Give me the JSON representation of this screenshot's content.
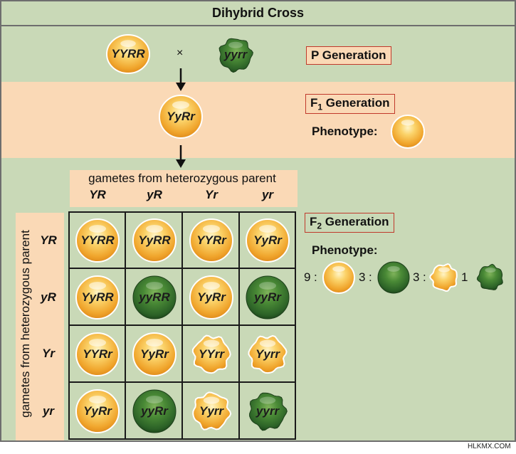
{
  "title": "Dihybrid Cross",
  "p_generation": {
    "label": "P Generation",
    "parent1": "YYRR",
    "parent2": "yyrr",
    "cross_symbol": "×"
  },
  "f1_generation": {
    "label_main": "F",
    "label_sub": "1",
    "label_rest": " Generation",
    "genotype": "YyRr",
    "phenotype_label": "Phenotype:"
  },
  "punnett": {
    "top_label": "gametes from heterozygous parent",
    "left_label": "gametes from heterozygous parent",
    "col_gametes": [
      "YR",
      "yR",
      "Yr",
      "yr"
    ],
    "row_gametes": [
      "YR",
      "yR",
      "Yr",
      "yr"
    ],
    "cells": [
      [
        "YYRR",
        "YyRR",
        "YYRr",
        "YyRr"
      ],
      [
        "YyRR",
        "yyRR",
        "YyRr",
        "yyRr"
      ],
      [
        "YYRr",
        "YyRr",
        "YYrr",
        "Yyrr"
      ],
      [
        "YyRr",
        "yyRr",
        "Yyrr",
        "yyrr"
      ]
    ],
    "cell_types": [
      [
        "yellow-round",
        "yellow-round",
        "yellow-round",
        "yellow-round"
      ],
      [
        "yellow-round",
        "green-round",
        "yellow-round",
        "green-round"
      ],
      [
        "yellow-round",
        "yellow-round",
        "yellow-wrinkled",
        "yellow-wrinkled"
      ],
      [
        "yellow-round",
        "green-round",
        "yellow-wrinkled",
        "green-wrinkled"
      ]
    ]
  },
  "f2_generation": {
    "label_main": "F",
    "label_sub": "2",
    "label_rest": " Generation",
    "phenotype_label": "Phenotype:",
    "ratio": [
      {
        "count": "9",
        "sep": ":",
        "type": "yellow-round"
      },
      {
        "count": "3",
        "sep": ":",
        "type": "green-round"
      },
      {
        "count": "3",
        "sep": ":",
        "type": "yellow-wrinkled"
      },
      {
        "count": "1",
        "sep": "",
        "type": "green-wrinkled"
      }
    ]
  },
  "watermark": "HLKMX.COM",
  "colors": {
    "green_bg": "#c9d9b7",
    "peach_bg": "#fad9b6",
    "box_border": "#c0392b",
    "yellow_pea": "#f6b73c",
    "green_pea": "#2f6b2a"
  }
}
